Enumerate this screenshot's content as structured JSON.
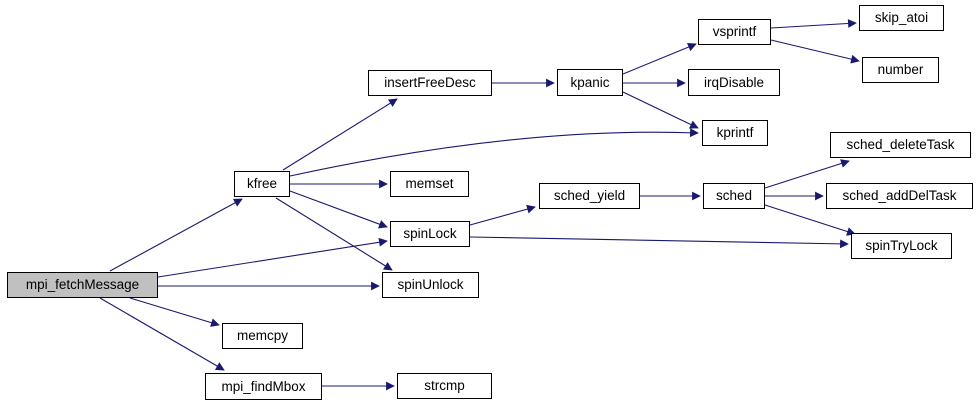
{
  "diagram": {
    "type": "call-graph",
    "colors": {
      "edge": "#191970",
      "node_border": "#000000",
      "node_fill": "#ffffff",
      "highlight_fill": "#c0c0c0",
      "text": "#000000",
      "background": "#ffffff"
    },
    "nodes": [
      {
        "label": "mpi_fetchMessage",
        "highlighted": true
      },
      {
        "label": "kfree",
        "highlighted": false
      },
      {
        "label": "insertFreeDesc",
        "highlighted": false
      },
      {
        "label": "kpanic",
        "highlighted": false
      },
      {
        "label": "vsprintf",
        "highlighted": false
      },
      {
        "label": "skip_atoi",
        "highlighted": false
      },
      {
        "label": "number",
        "highlighted": false
      },
      {
        "label": "irqDisable",
        "highlighted": false
      },
      {
        "label": "kprintf",
        "highlighted": false
      },
      {
        "label": "memset",
        "highlighted": false
      },
      {
        "label": "sched_yield",
        "highlighted": false
      },
      {
        "label": "sched",
        "highlighted": false
      },
      {
        "label": "sched_deleteTask",
        "highlighted": false
      },
      {
        "label": "sched_addDelTask",
        "highlighted": false
      },
      {
        "label": "spinTryLock",
        "highlighted": false
      },
      {
        "label": "spinLock",
        "highlighted": false
      },
      {
        "label": "spinUnlock",
        "highlighted": false
      },
      {
        "label": "memcpy",
        "highlighted": false
      },
      {
        "label": "mpi_findMbox",
        "highlighted": false
      },
      {
        "label": "strcmp",
        "highlighted": false
      }
    ],
    "edges": [
      {
        "from": "mpi_fetchMessage",
        "to": "kfree"
      },
      {
        "from": "mpi_fetchMessage",
        "to": "spinLock"
      },
      {
        "from": "mpi_fetchMessage",
        "to": "spinUnlock"
      },
      {
        "from": "mpi_fetchMessage",
        "to": "memcpy"
      },
      {
        "from": "mpi_fetchMessage",
        "to": "mpi_findMbox"
      },
      {
        "from": "kfree",
        "to": "insertFreeDesc"
      },
      {
        "from": "kfree",
        "to": "kprintf"
      },
      {
        "from": "kfree",
        "to": "memset"
      },
      {
        "from": "kfree",
        "to": "spinLock"
      },
      {
        "from": "kfree",
        "to": "spinUnlock"
      },
      {
        "from": "insertFreeDesc",
        "to": "kpanic"
      },
      {
        "from": "kpanic",
        "to": "vsprintf"
      },
      {
        "from": "kpanic",
        "to": "irqDisable"
      },
      {
        "from": "kpanic",
        "to": "kprintf"
      },
      {
        "from": "vsprintf",
        "to": "skip_atoi"
      },
      {
        "from": "vsprintf",
        "to": "number"
      },
      {
        "from": "spinLock",
        "to": "sched_yield"
      },
      {
        "from": "spinLock",
        "to": "spinTryLock"
      },
      {
        "from": "sched_yield",
        "to": "sched"
      },
      {
        "from": "sched",
        "to": "sched_deleteTask"
      },
      {
        "from": "sched",
        "to": "sched_addDelTask"
      },
      {
        "from": "sched",
        "to": "spinTryLock"
      },
      {
        "from": "mpi_findMbox",
        "to": "strcmp"
      }
    ]
  }
}
